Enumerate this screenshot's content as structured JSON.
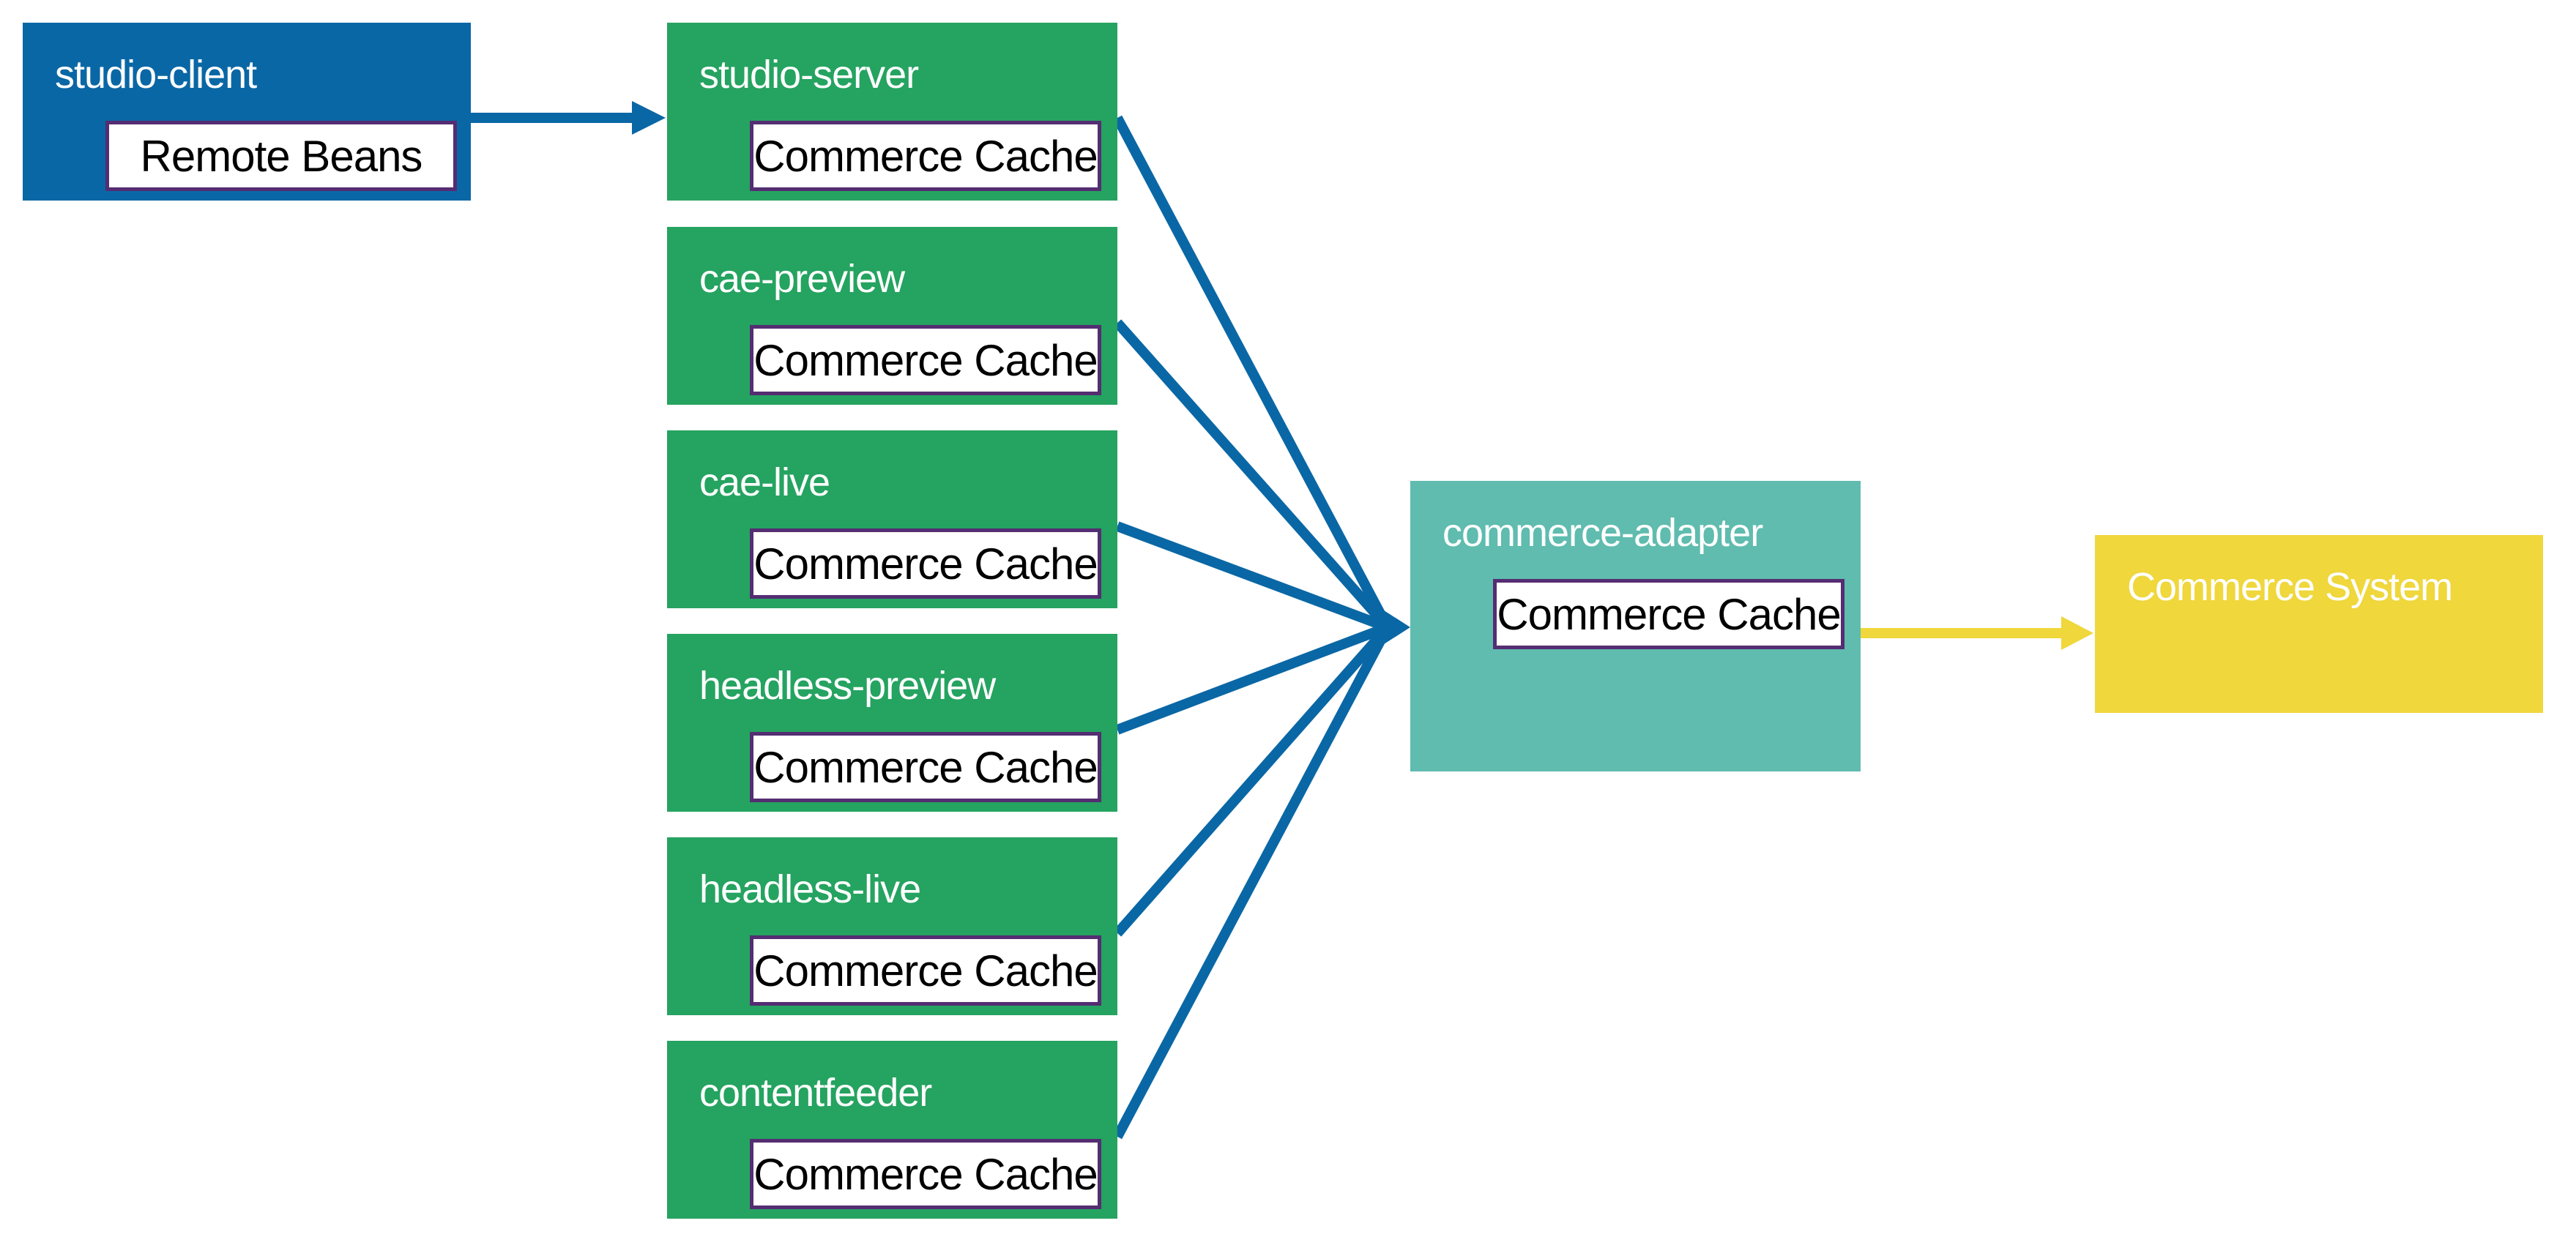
{
  "diagram": {
    "colors": {
      "blue": "#0a67a5",
      "green": "#25a360",
      "teal": "#5fbcae",
      "yellow": "#efd73c",
      "arrow_blue": "#0a67a5",
      "arrow_yellow": "#efd73c",
      "inner_border": "#542d72",
      "inner_bg": "#ffffff",
      "inner_text": "#000000",
      "node_text": "#ffffff"
    },
    "nodes": {
      "studio_client": {
        "label": "studio-client",
        "inner_label": "Remote Beans"
      },
      "studio_server": {
        "label": "studio-server",
        "inner_label": "Commerce Cache"
      },
      "cae_preview": {
        "label": "cae-preview",
        "inner_label": "Commerce Cache"
      },
      "cae_live": {
        "label": "cae-live",
        "inner_label": "Commerce Cache"
      },
      "headless_preview": {
        "label": "headless-preview",
        "inner_label": "Commerce Cache"
      },
      "headless_live": {
        "label": "headless-live",
        "inner_label": "Commerce Cache"
      },
      "contentfeeder": {
        "label": "contentfeeder",
        "inner_label": "Commerce Cache"
      },
      "commerce_adapter": {
        "label": "commerce-adapter",
        "inner_label": "Commerce Cache"
      },
      "commerce_system": {
        "label": "Commerce System"
      }
    },
    "edges": [
      {
        "from": "studio-client",
        "to": "studio-server",
        "color": "blue"
      },
      {
        "from": "studio-server",
        "to": "commerce-adapter",
        "color": "blue"
      },
      {
        "from": "cae-preview",
        "to": "commerce-adapter",
        "color": "blue"
      },
      {
        "from": "cae-live",
        "to": "commerce-adapter",
        "color": "blue"
      },
      {
        "from": "headless-preview",
        "to": "commerce-adapter",
        "color": "blue"
      },
      {
        "from": "headless-live",
        "to": "commerce-adapter",
        "color": "blue"
      },
      {
        "from": "contentfeeder",
        "to": "commerce-adapter",
        "color": "blue"
      },
      {
        "from": "commerce-adapter",
        "to": "Commerce System",
        "color": "yellow"
      }
    ]
  }
}
